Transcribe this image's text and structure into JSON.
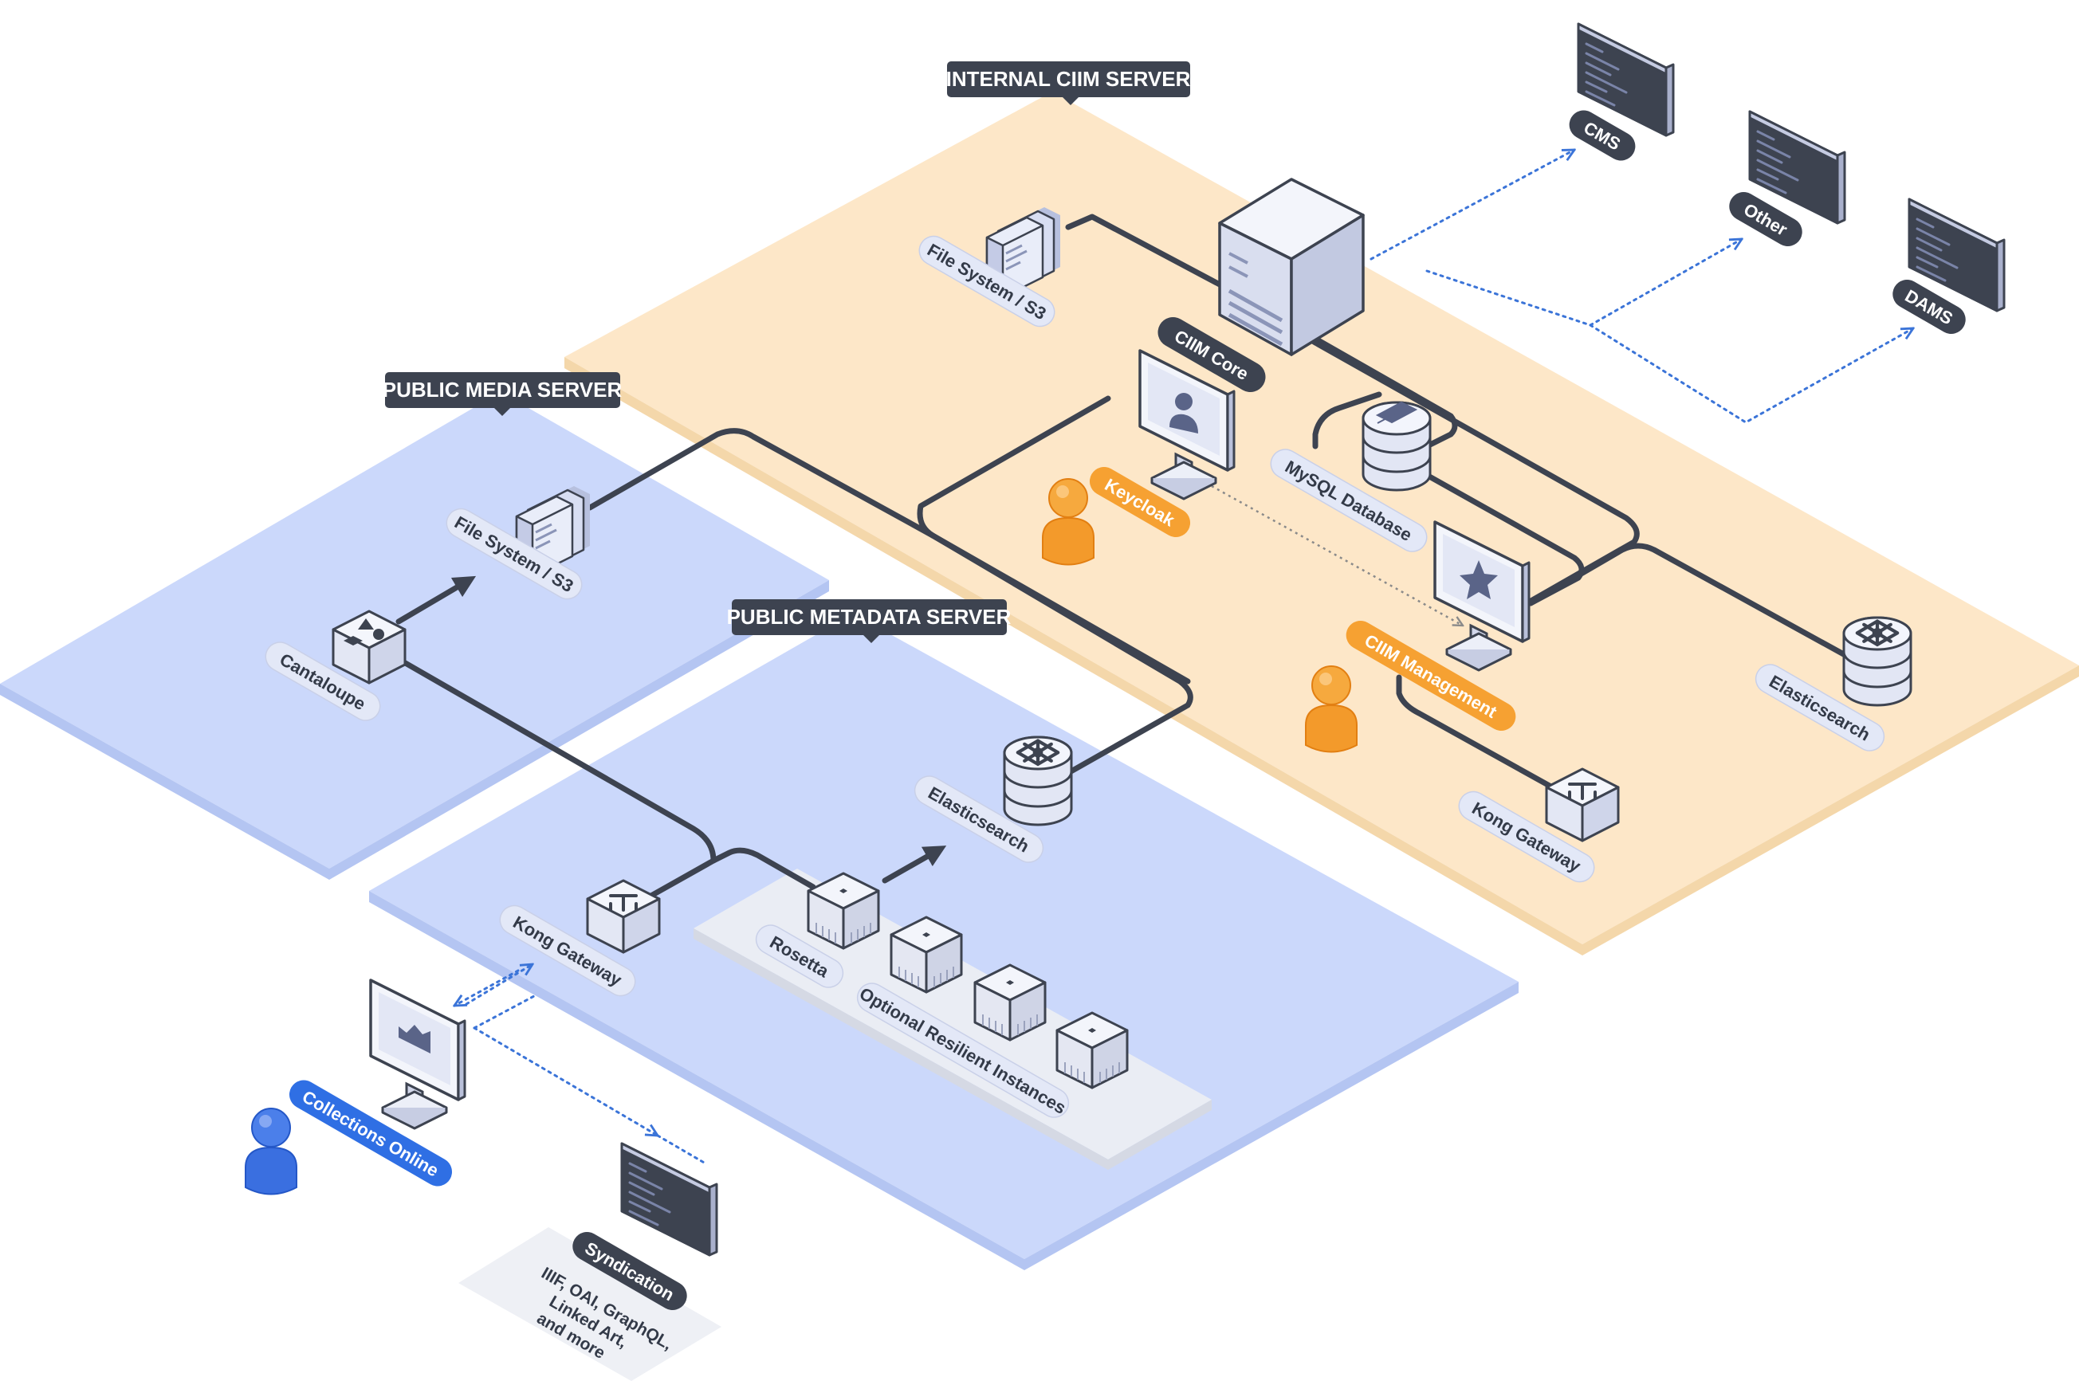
{
  "zones": {
    "internal": {
      "header": "INTERNAL CIIM  SERVER"
    },
    "public_media": {
      "header": "PUBLIC MEDIA SERVER"
    },
    "public_metadata": {
      "header": "PUBLIC METADATA SERVER"
    }
  },
  "labels": {
    "fs_internal": "File System / S3",
    "ciim_core": "CIIM Core",
    "keycloak": "Keycloak",
    "mysql": "MySQL Database",
    "ciim_management": "CIIM Management",
    "elastic_internal": "Elasticsearch",
    "kong_internal": "Kong Gateway",
    "cms": "CMS",
    "other": "Other",
    "dams": "DAMS",
    "fs_public": "File System / S3",
    "cantaloupe": "Cantaloupe",
    "elastic_public": "Elasticsearch",
    "kong_public": "Kong Gateway",
    "rosetta": "Rosetta",
    "optional": "Optional Resilient Instances",
    "collections_online": "Collections Online",
    "syndication": "Syndication"
  },
  "syndication_note": [
    "IIIF, OAI, GraphQL,",
    "Linked Art,",
    "and more"
  ],
  "colors": {
    "internal_zone": "#fde7c8",
    "public_zone": "#cbd8fb",
    "header_bg": "#3d4350",
    "pill_bg": "#e3e8f7",
    "pill_dark": "#3d4350",
    "pill_orange": "#f6a132",
    "pill_blue": "#2f6fe4",
    "line": "#3d4350",
    "dotted": "#3b74d8"
  },
  "icons": {
    "server": "server-tower-icon",
    "files": "file-stack-icon",
    "monitor": "monitor-icon",
    "database": "database-cylinder-icon",
    "hub": "network-hub-icon",
    "gateway": "gateway-cube-icon",
    "user": "user-figure-icon",
    "terminal": "terminal-window-icon"
  }
}
